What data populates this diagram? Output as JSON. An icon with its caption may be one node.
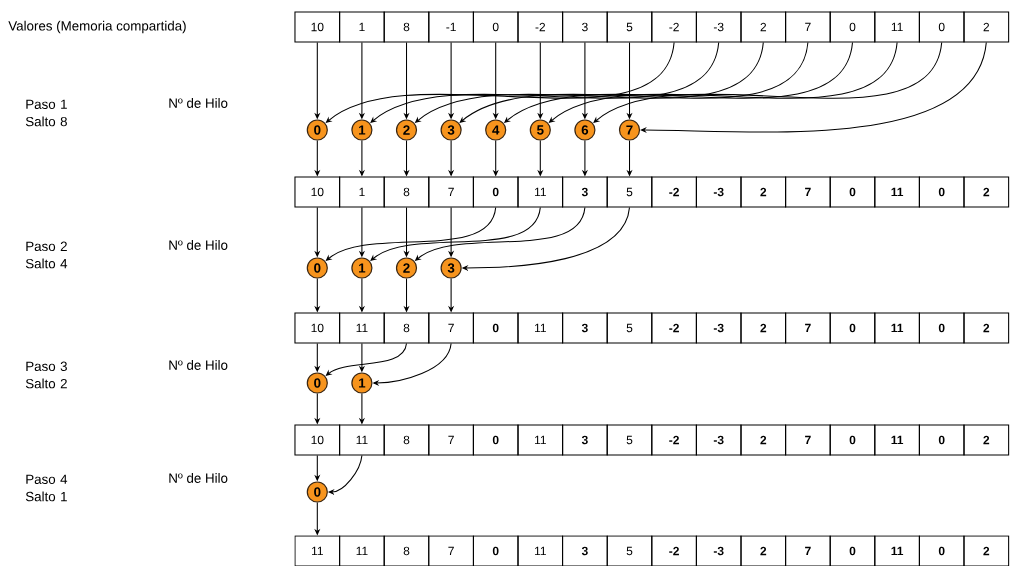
{
  "diagram": {
    "nodes": [
      {
        "text": [
          "10"
        ]
      },
      {
        "text": [
          "1"
        ]
      },
      {
        "text": [
          "8"
        ]
      },
      {
        "text": [
          "-1"
        ]
      },
      {
        "text": [
          "0"
        ]
      },
      {
        "text": [
          "-2"
        ]
      },
      {
        "text": [
          "3"
        ]
      },
      {
        "text": [
          "5"
        ]
      },
      {
        "text": [
          "-2"
        ]
      },
      {
        "text": [
          "-3"
        ]
      },
      {
        "text": [
          "2"
        ]
      },
      {
        "text": [
          "7"
        ]
      },
      {
        "text": [
          "0"
        ]
      },
      {
        "text": [
          "11"
        ]
      },
      {
        "text": [
          "0"
        ]
      },
      {
        "text": [
          "2"
        ]
      },
      {
        "text": [
          "0"
        ]
      },
      {
        "text": [
          "1"
        ]
      },
      {
        "text": [
          "2"
        ]
      },
      {
        "text": [
          "3"
        ]
      },
      {
        "text": [
          "4"
        ]
      },
      {
        "text": [
          "5"
        ]
      },
      {
        "text": [
          "6"
        ]
      },
      {
        "text": [
          "7"
        ]
      },
      {
        "text": [
          "10"
        ]
      },
      {
        "text": [
          "1"
        ]
      },
      {
        "text": [
          "8"
        ]
      },
      {
        "text": [
          "7"
        ]
      },
      {
        "text": [
          "0"
        ]
      },
      {
        "text": [
          "11"
        ]
      },
      {
        "text": [
          "3"
        ]
      },
      {
        "text": [
          "5"
        ]
      },
      {
        "text": [
          "-2"
        ]
      },
      {
        "text": [
          "-3"
        ]
      },
      {
        "text": [
          "2"
        ]
      },
      {
        "text": [
          "7"
        ]
      },
      {
        "text": [
          "0"
        ]
      },
      {
        "text": [
          "11"
        ]
      },
      {
        "text": [
          "0"
        ]
      },
      {
        "text": [
          "2"
        ]
      },
      {
        "text": [
          "0"
        ]
      },
      {
        "text": [
          "1"
        ]
      },
      {
        "text": [
          "2"
        ]
      },
      {
        "text": [
          "3"
        ]
      },
      {
        "text": [
          "10"
        ]
      },
      {
        "text": [
          "11"
        ]
      },
      {
        "text": [
          "8"
        ]
      },
      {
        "text": [
          "7"
        ]
      },
      {
        "text": [
          "0"
        ]
      },
      {
        "text": [
          "11"
        ]
      },
      {
        "text": [
          "3"
        ]
      },
      {
        "text": [
          "5"
        ]
      },
      {
        "text": [
          "-2"
        ]
      },
      {
        "text": [
          "-3"
        ]
      },
      {
        "text": [
          "2"
        ]
      },
      {
        "text": [
          "7"
        ]
      },
      {
        "text": [
          "0"
        ]
      },
      {
        "text": [
          "11"
        ]
      },
      {
        "text": [
          "0"
        ]
      },
      {
        "text": [
          "2"
        ]
      },
      {
        "text": [
          "0"
        ]
      },
      {
        "text": [
          "1"
        ]
      },
      {
        "text": [
          "10"
        ]
      },
      {
        "text": [
          "11"
        ]
      },
      {
        "text": [
          "8"
        ]
      },
      {
        "text": [
          "7"
        ]
      },
      {
        "text": [
          "0"
        ]
      },
      {
        "text": [
          "11"
        ]
      },
      {
        "text": [
          "3"
        ]
      },
      {
        "text": [
          "5"
        ]
      },
      {
        "text": [
          "-2"
        ]
      },
      {
        "text": [
          "-3"
        ]
      },
      {
        "text": [
          "2"
        ]
      },
      {
        "text": [
          "7"
        ]
      },
      {
        "text": [
          "0"
        ]
      },
      {
        "text": [
          "11"
        ]
      },
      {
        "text": [
          "0"
        ]
      },
      {
        "text": [
          "2"
        ]
      },
      {
        "text": [
          "0"
        ]
      },
      {
        "text": [
          "11"
        ]
      },
      {
        "text": [
          "11"
        ]
      },
      {
        "text": [
          "8"
        ]
      },
      {
        "text": [
          "7"
        ]
      },
      {
        "text": [
          "0"
        ]
      },
      {
        "text": [
          "11"
        ]
      },
      {
        "text": [
          "3"
        ]
      },
      {
        "text": [
          "5"
        ]
      },
      {
        "text": [
          "-2"
        ]
      },
      {
        "text": [
          "-3"
        ]
      },
      {
        "text": [
          "2"
        ]
      },
      {
        "text": [
          "7"
        ]
      },
      {
        "text": [
          "0"
        ]
      },
      {
        "text": [
          "11"
        ]
      },
      {
        "text": [
          "0"
        ]
      },
      {
        "text": [
          "2"
        ]
      }
    ],
    "edges": [
      {
        "from": 0,
        "to": 16,
        "arrow": "to"
      },
      {
        "from": 8,
        "to": 16,
        "arrow": "to"
      },
      {
        "from": 16,
        "to": 24,
        "arrow": "to"
      },
      {
        "from": 1,
        "to": 17,
        "arrow": "to"
      },
      {
        "from": 9,
        "to": 17,
        "arrow": "to"
      },
      {
        "from": 17,
        "to": 25,
        "arrow": "to"
      },
      {
        "from": 2,
        "to": 18,
        "arrow": "to"
      },
      {
        "from": 10,
        "to": 18,
        "arrow": "to"
      },
      {
        "from": 18,
        "to": 26,
        "arrow": "to"
      },
      {
        "from": 3,
        "to": 19,
        "arrow": "to"
      },
      {
        "from": 11,
        "to": 19,
        "arrow": "to"
      },
      {
        "from": 19,
        "to": 27,
        "arrow": "to"
      },
      {
        "from": 4,
        "to": 20,
        "arrow": "to"
      },
      {
        "from": 12,
        "to": 20,
        "arrow": "to"
      },
      {
        "from": 20,
        "to": 28,
        "arrow": "to"
      },
      {
        "from": 5,
        "to": 21,
        "arrow": "to"
      },
      {
        "from": 13,
        "to": 21,
        "arrow": "to"
      },
      {
        "from": 21,
        "to": 29,
        "arrow": "to"
      },
      {
        "from": 6,
        "to": 22,
        "arrow": "to"
      },
      {
        "from": 14,
        "to": 22,
        "arrow": "to"
      },
      {
        "from": 22,
        "to": 30,
        "arrow": "to"
      },
      {
        "from": 7,
        "to": 23,
        "arrow": "to"
      },
      {
        "from": 15,
        "to": 23,
        "arrow": "to"
      },
      {
        "from": 23,
        "to": 31,
        "arrow": "to"
      },
      {
        "from": 24,
        "to": 40,
        "arrow": "to"
      },
      {
        "from": 28,
        "to": 40,
        "arrow": "to"
      },
      {
        "from": 40,
        "to": 44,
        "arrow": "to"
      },
      {
        "from": 25,
        "to": 41,
        "arrow": "to"
      },
      {
        "from": 29,
        "to": 41,
        "arrow": "to"
      },
      {
        "from": 41,
        "to": 45,
        "arrow": "to"
      },
      {
        "from": 26,
        "to": 42,
        "arrow": "to"
      },
      {
        "from": 30,
        "to": 42,
        "arrow": "to"
      },
      {
        "from": 42,
        "to": 46,
        "arrow": "to"
      },
      {
        "from": 27,
        "to": 43,
        "arrow": "to"
      },
      {
        "from": 31,
        "to": 43,
        "arrow": "to"
      },
      {
        "from": 43,
        "to": 47,
        "arrow": "to"
      },
      {
        "from": 44,
        "to": 60,
        "arrow": "to"
      },
      {
        "from": 46,
        "to": 60,
        "arrow": "to"
      },
      {
        "from": 60,
        "to": 62,
        "arrow": "to"
      },
      {
        "from": 45,
        "to": 61,
        "arrow": "to"
      },
      {
        "from": 47,
        "to": 61,
        "arrow": "to"
      },
      {
        "from": 61,
        "to": 63,
        "arrow": "to"
      },
      {
        "from": 62,
        "to": 78,
        "arrow": "to"
      },
      {
        "from": 63,
        "to": 78,
        "arrow": "to"
      },
      {
        "from": 78,
        "to": 79,
        "arrow": "to"
      }
    ],
    "labels": [
      "Valores (Memoria compartida)",
      "Paso 1 Salto 8",
      "Nº de Hilo",
      "Paso 2 Salto 4",
      "Nº de Hilo",
      "Paso 3 Salto 2",
      "Nº de Hilo",
      "Paso 4 Salto 1",
      "Nº de Hilo"
    ]
  }
}
